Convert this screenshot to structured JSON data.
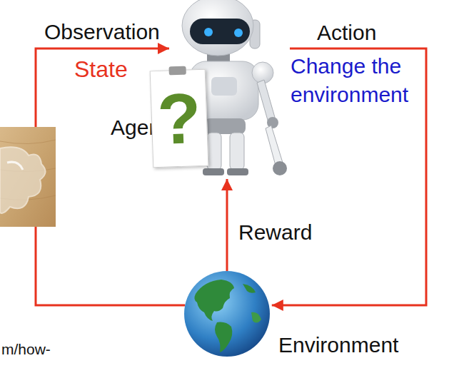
{
  "diagram": {
    "nodes": [
      {
        "text": [
          "Agent"
        ]
      },
      {
        "text": [
          "Environment"
        ]
      }
    ],
    "edges": [
      {
        "from": 0,
        "to": 1,
        "arrow": "to",
        "label": "Action"
      },
      {
        "from": 1,
        "to": 0,
        "arrow": "to",
        "label": "Observation"
      },
      {
        "from": 1,
        "to": 0,
        "arrow": "to",
        "label": "Reward"
      }
    ],
    "labels": [
      "State",
      "Change the environment",
      "?",
      "m/how-"
    ]
  }
}
